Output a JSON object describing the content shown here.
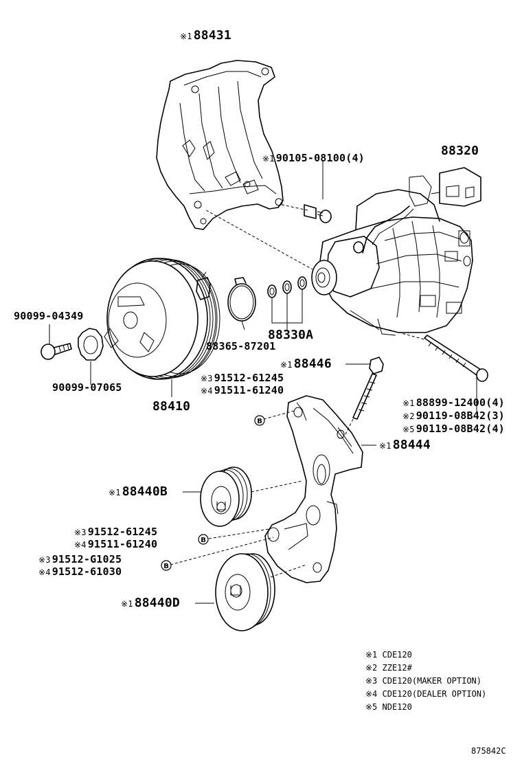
{
  "parts": {
    "bracket_88431": {
      "mark": "※1",
      "number": "88431"
    },
    "bolt_90105": {
      "mark": "※1",
      "number": "90105-08100(4)"
    },
    "compressor_88320": {
      "mark": "",
      "number": "88320"
    },
    "bolt_90099_04349": {
      "mark": "",
      "number": "90099-04349"
    },
    "washer_90099_07065": {
      "mark": "",
      "number": "90099-07065"
    },
    "clutch_88410": {
      "mark": "",
      "number": "88410"
    },
    "ring_88365": {
      "mark": "",
      "number": "88365-87201"
    },
    "shims_88330A": {
      "mark": "",
      "number": "88330A"
    },
    "bolt_88446": {
      "mark": "※1",
      "number": "88446"
    },
    "nut_a_91512": {
      "mark": "※3",
      "number": "91512-61245"
    },
    "nut_a_91511": {
      "mark": "※4",
      "number": "91511-61240"
    },
    "bolt_88899": {
      "mark": "※1",
      "number": "88899-12400(4)"
    },
    "bolt_90119_a": {
      "mark": "※2",
      "number": "90119-08B42(3)"
    },
    "bolt_90119_b": {
      "mark": "※5",
      "number": "90119-08B42(4)"
    },
    "bracket_88444": {
      "mark": "※1",
      "number": "88444"
    },
    "idler_88440B": {
      "mark": "※1",
      "number": "88440B"
    },
    "nut_b_91512": {
      "mark": "※3",
      "number": "91512-61245"
    },
    "nut_b_91511": {
      "mark": "※4",
      "number": "91511-61240"
    },
    "bolt_c_91512_g": {
      "mark": "※3",
      "number": "91512-G1025"
    },
    "bolt_c_91512": {
      "mark": "※4",
      "number": "91512-61030"
    },
    "idler_88440D": {
      "mark": "※1",
      "number": "88440D"
    }
  },
  "callout_symbol": "B",
  "notes": [
    {
      "mark": "※1",
      "text": "CDE120"
    },
    {
      "mark": "※2",
      "text": "ZZE12#"
    },
    {
      "mark": "※3",
      "text": "CDE120(MAKER OPTION)"
    },
    {
      "mark": "※4",
      "text": "CDE120(DEALER OPTION)"
    },
    {
      "mark": "※5",
      "text": "NDE120"
    }
  ],
  "diagram_code": "875842C"
}
